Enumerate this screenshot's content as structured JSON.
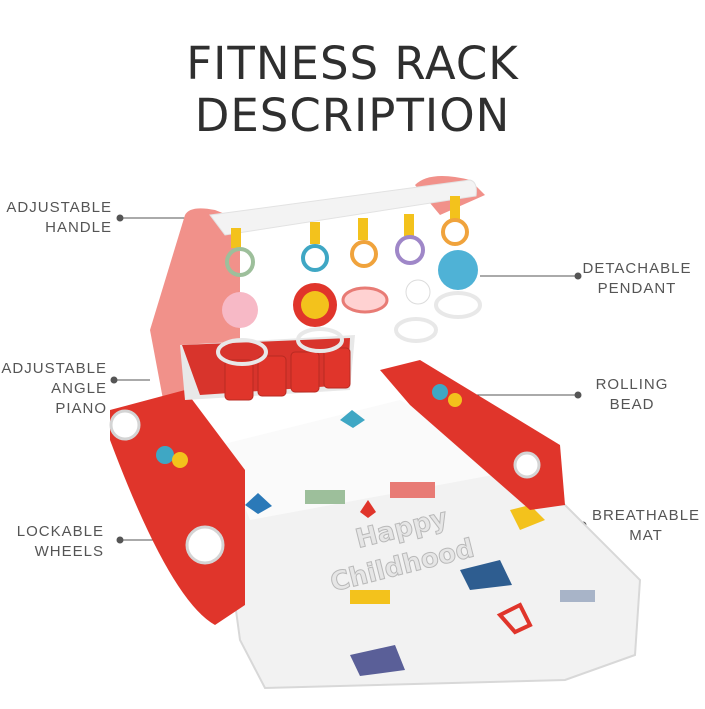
{
  "title": {
    "line1": "FITNESS RACK",
    "line2": "DESCRIPTION"
  },
  "labels": {
    "adjustable_handle": [
      "ADJUSTABLE",
      "HANDLE"
    ],
    "adjustable_angle_piano": [
      "ADJUSTABLE",
      "ANGLE PIANO"
    ],
    "lockable_wheels": [
      "LOCKABLE",
      "WHEELS"
    ],
    "detachable_pendant": [
      "DETACHABLE",
      "PENDANT"
    ],
    "rolling_bead": [
      "ROLLING",
      "BEAD"
    ],
    "breathable_mat": [
      "BREATHABLE",
      "MAT"
    ]
  },
  "mat_text": {
    "line1": "Happy",
    "line2": "Childhood"
  },
  "colors": {
    "frame_red": "#e0352b",
    "frame_pink": "#f1918a",
    "bar_white": "#f3f3f3",
    "text_dark": "#2f2f2f",
    "leader_line": "#555555"
  }
}
